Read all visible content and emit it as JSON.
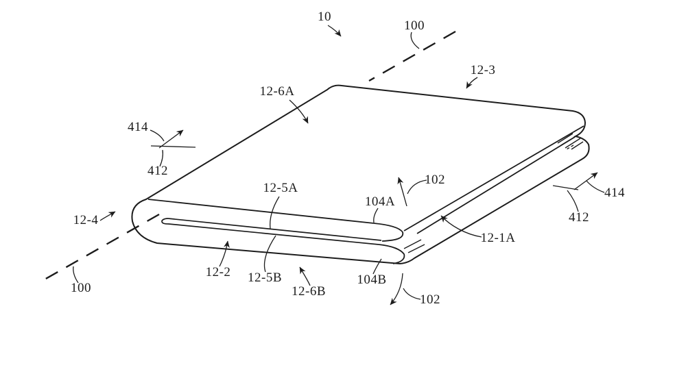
{
  "figure": {
    "title": "Patent line drawing of a foldable electronic device shown folded closed",
    "background_color": "#ffffff",
    "line_color": "#1c1c1c",
    "reference_labels": [
      {
        "id": "10",
        "text": "10"
      },
      {
        "id": "100-top",
        "text": "100"
      },
      {
        "id": "12-3",
        "text": "12-3"
      },
      {
        "id": "12-6A",
        "text": "12-6A"
      },
      {
        "id": "414-left",
        "text": "414"
      },
      {
        "id": "412-left",
        "text": "412"
      },
      {
        "id": "12-4",
        "text": "12-4"
      },
      {
        "id": "100-bottom",
        "text": "100"
      },
      {
        "id": "12-5A",
        "text": "12-5A"
      },
      {
        "id": "104A",
        "text": "104A"
      },
      {
        "id": "102-top",
        "text": "102"
      },
      {
        "id": "12-1A",
        "text": "12-1A"
      },
      {
        "id": "414-right",
        "text": "414"
      },
      {
        "id": "412-right",
        "text": "412"
      },
      {
        "id": "12-2",
        "text": "12-2"
      },
      {
        "id": "12-5B",
        "text": "12-5B"
      },
      {
        "id": "12-6B",
        "text": "12-6B"
      },
      {
        "id": "104B",
        "text": "104B"
      },
      {
        "id": "102-bottom",
        "text": "102"
      }
    ]
  }
}
